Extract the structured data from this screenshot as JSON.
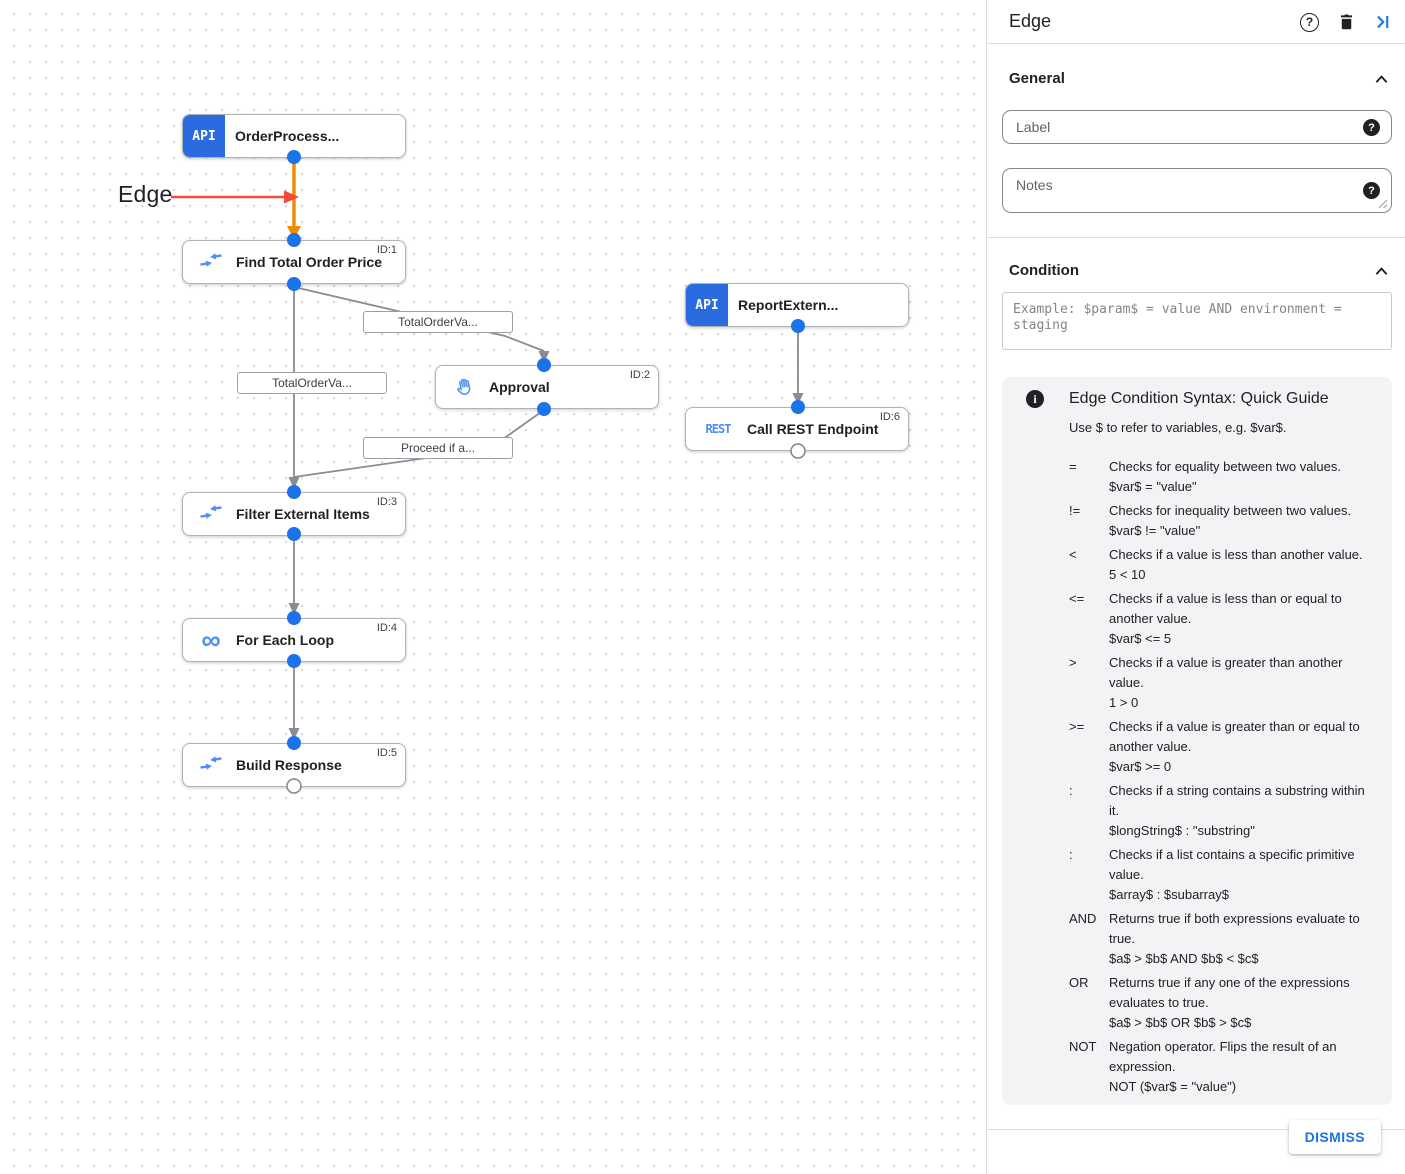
{
  "canvas": {
    "annotation_label": "Edge",
    "edge_labels": [
      "TotalOrderVa...",
      "TotalOrderVa...",
      "Proceed if a..."
    ],
    "nodes": [
      {
        "key": "order-process",
        "label": "OrderProcess...",
        "id_badge": "",
        "icon": "api-icon",
        "icon_label": "API"
      },
      {
        "key": "find-total-order-price",
        "label": "Find Total Order Price",
        "id_badge": "ID:1",
        "icon": "data-mapping-icon"
      },
      {
        "key": "approval",
        "label": "Approval",
        "id_badge": "ID:2",
        "icon": "approval-hand-icon"
      },
      {
        "key": "report-external",
        "label": "ReportExtern...",
        "id_badge": "",
        "icon": "api-icon",
        "icon_label": "API"
      },
      {
        "key": "call-rest-endpoint",
        "label": "Call REST Endpoint",
        "id_badge": "ID:6",
        "icon": "rest-icon",
        "icon_label": "REST"
      },
      {
        "key": "filter-external-items",
        "label": "Filter External Items",
        "id_badge": "ID:3",
        "icon": "data-mapping-icon"
      },
      {
        "key": "for-each-loop",
        "label": "For Each Loop",
        "id_badge": "ID:4",
        "icon": "loop-icon",
        "icon_label": "∞"
      },
      {
        "key": "build-response",
        "label": "Build Response",
        "id_badge": "ID:5",
        "icon": "data-mapping-icon"
      }
    ]
  },
  "panel": {
    "title": "Edge",
    "general_section_title": "General",
    "condition_section_title": "Condition",
    "label_placeholder": "Label",
    "notes_placeholder": "Notes",
    "condition_placeholder": "Example: $param$ = value AND environment = staging",
    "guide": {
      "title": "Edge Condition Syntax: Quick Guide",
      "intro": "Use $ to refer to variables, e.g. $var$.",
      "rows": [
        {
          "op": "=",
          "desc": "Checks for equality between two values.",
          "example": "$var$ = \"value\""
        },
        {
          "op": "!=",
          "desc": "Checks for inequality between two values.",
          "example": "$var$ != \"value\""
        },
        {
          "op": "<",
          "desc": "Checks if a value is less than another value.",
          "example": "5 < 10"
        },
        {
          "op": "<=",
          "desc": "Checks if a value is less than or equal to another value.",
          "example": "$var$ <= 5"
        },
        {
          "op": ">",
          "desc": "Checks if a value is greater than another value.",
          "example": "1 > 0"
        },
        {
          "op": ">=",
          "desc": "Checks if a value is greater than or equal to another value.",
          "example": "$var$ >= 0"
        },
        {
          "op": ":",
          "desc": "Checks if a string contains a substring within it.",
          "example": "$longString$ : \"substring\""
        },
        {
          "op": ":",
          "desc": "Checks if a list contains a specific primitive value.",
          "example": "$array$ : $subarray$"
        },
        {
          "op": "AND",
          "desc": "Returns true if both expressions evaluate to true.",
          "example": "$a$ > $b$ AND $b$ < $c$"
        },
        {
          "op": "OR",
          "desc": "Returns true if any one of the expressions evaluates to true.",
          "example": "$a$ > $b$ OR $b$ > $c$"
        },
        {
          "op": "NOT",
          "desc": "Negation operator. Flips the result of an expression.",
          "example": "NOT ($var$ = \"value\")"
        }
      ]
    },
    "dismiss_label": "DISMISS"
  },
  "colors": {
    "accent_blue": "#1a73e8",
    "selected_edge_orange": "#ee8b00",
    "annotation_red": "#f4493d",
    "edge_gray": "#878d93"
  }
}
